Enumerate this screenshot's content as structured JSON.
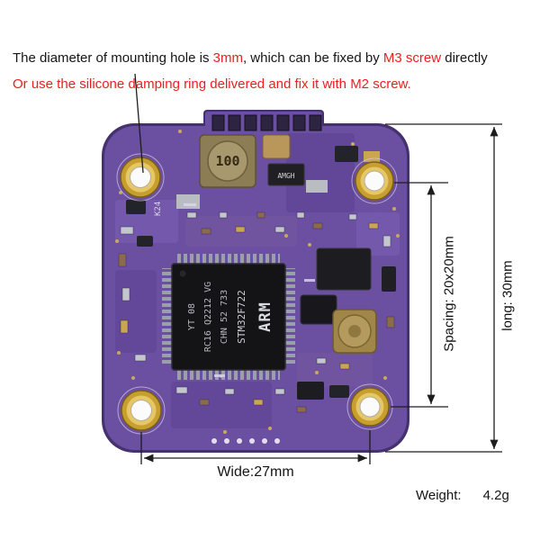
{
  "annotations": {
    "line1_segments": [
      {
        "text": "The diameter of mounting hole is ",
        "color": "#151515"
      },
      {
        "text": "3mm",
        "color": "#ef1d1d"
      },
      {
        "text": ", which can be fixed by ",
        "color": "#151515"
      },
      {
        "text": "M3 screw",
        "color": "#ef1d1d"
      },
      {
        "text": " directly",
        "color": "#151515"
      }
    ],
    "line2_segments": [
      {
        "text": "Or use the silicone damping ring delivered and fix it with M2 screw.",
        "color": "#ef1d1d"
      }
    ],
    "spacing_label": "Spacing: 20x20mm",
    "long_label": "long: 30mm",
    "wide_label": "Wide:27mm",
    "weight_label": "Weight:",
    "weight_value": "4.2g"
  },
  "pcb": {
    "inductor_marking": "100",
    "regulator_marking": "AMGH",
    "silkscreen_marking": "K24",
    "main_chip_lines": [
      "YT 08",
      "RC16 Q2212 VG",
      "CHN 52 733",
      "STM32F722",
      "ARM"
    ],
    "colors": {
      "board": "#6b4fa1",
      "board_edge": "#46316f",
      "hole_gold": "#c79f2f",
      "chip_black": "#141417",
      "accent_red": "#ef1d1d"
    }
  }
}
